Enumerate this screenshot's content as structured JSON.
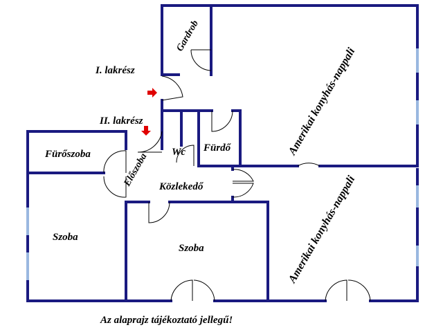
{
  "rooms": {
    "gardrob": "Gardrob",
    "kitchen_living_1": "Amerikai konyhás-nappali",
    "kitchen_living_2": "Amerikai konyhás-nappali",
    "bathroom_tub": "Fürőszoba",
    "hall": "Előszoba",
    "wc": "Wc",
    "bathroom": "Fürdő",
    "corridor": "Közlekedő",
    "room_left": "Szoba",
    "room_middle": "Szoba"
  },
  "units": {
    "first": "I. lakrész",
    "second": "II. lakrész"
  },
  "footer_note": "Az alaprajz tájékoztató jellegű!",
  "colors": {
    "wall": "#1a1a80",
    "window": "#9ab8e0",
    "entrance_arrow": "#e00000"
  }
}
